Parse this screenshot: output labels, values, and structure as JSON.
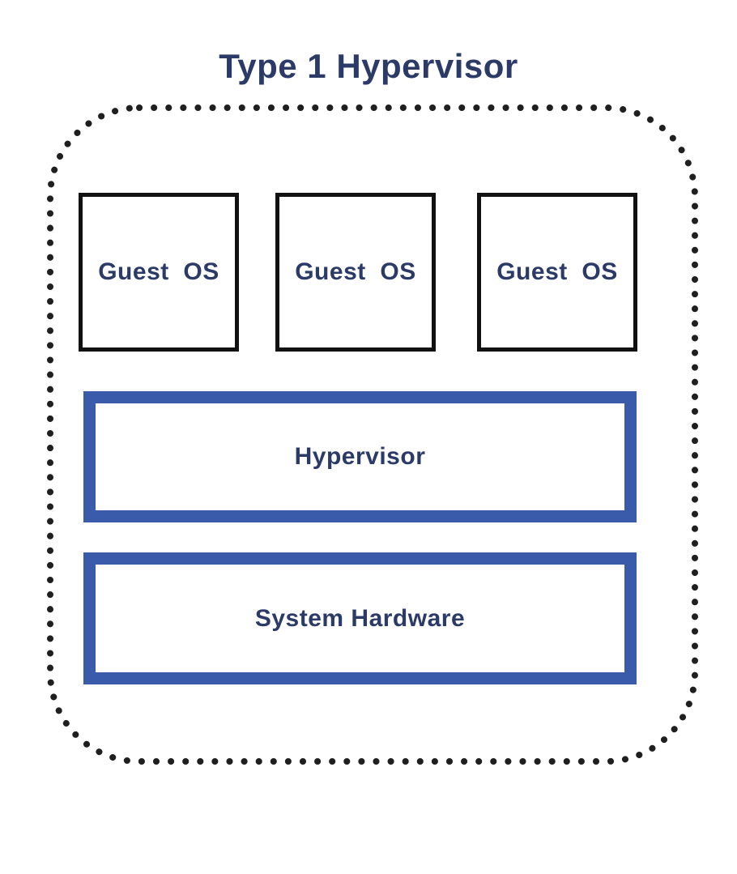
{
  "title": "Type 1 Hypervisor",
  "diagram": {
    "guest_boxes": [
      {
        "label": "Guest  OS"
      },
      {
        "label": "Guest  OS"
      },
      {
        "label": "Guest  OS"
      }
    ],
    "layers": [
      {
        "label": "Hypervisor"
      },
      {
        "label": "System Hardware"
      }
    ],
    "colors": {
      "background": "#ffffff",
      "title_text": "#2b3a67",
      "box_label_text": "#2b3a67",
      "guest_box_border": "#111111",
      "layer_box_border": "#3a5ba9",
      "dotted_frame": "#1f1f1f"
    }
  }
}
